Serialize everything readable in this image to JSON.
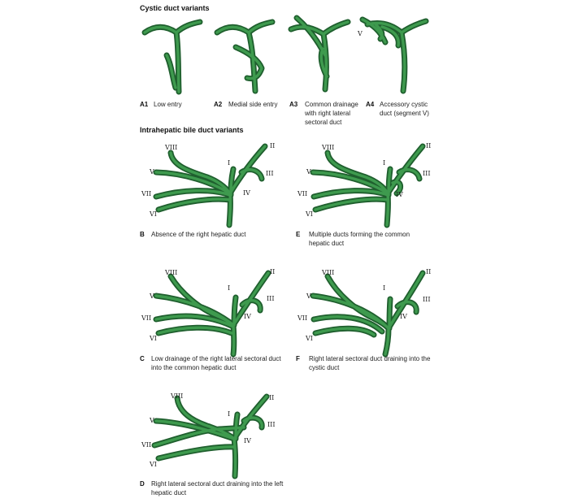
{
  "sections": {
    "cystic_title": "Cystic duct variants",
    "intrahepatic_title": "Intrahepatic bile duct variants"
  },
  "cystic": [
    {
      "label": "A1",
      "caption": [
        "Low entry"
      ]
    },
    {
      "label": "A2",
      "caption": [
        "Medial side entry"
      ]
    },
    {
      "label": "A3",
      "caption": [
        "Common drainage",
        "with right lateral",
        "sectoral duct"
      ]
    },
    {
      "label": "A4",
      "caption": [
        "Accessory cystic",
        "duct (segment V)"
      ],
      "segment_label": "V"
    }
  ],
  "intrahepatic": [
    {
      "label": "B",
      "caption": [
        "Absence of the right hepatic duct"
      ]
    },
    {
      "label": "E",
      "caption": [
        "Multiple ducts forming the common",
        "hepatic duct"
      ]
    },
    {
      "label": "C",
      "caption": [
        "Low drainage of the right lateral sectoral duct",
        "into the common hepatic duct"
      ]
    },
    {
      "label": "F",
      "caption": [
        "Right lateral sectoral duct draining into the",
        "cystic duct"
      ]
    },
    {
      "label": "D",
      "caption": [
        "Right lateral sectoral duct draining into the left",
        "hepatic duct"
      ]
    }
  ],
  "segments": {
    "viii": "VIII",
    "v": "V",
    "vii": "VII",
    "vi": "VI",
    "i": "I",
    "ii": "II",
    "iii": "III",
    "iv": "IV"
  },
  "colors": {
    "duct_outline": "#1f5f2e",
    "duct_fill": "#3e9a4e"
  }
}
